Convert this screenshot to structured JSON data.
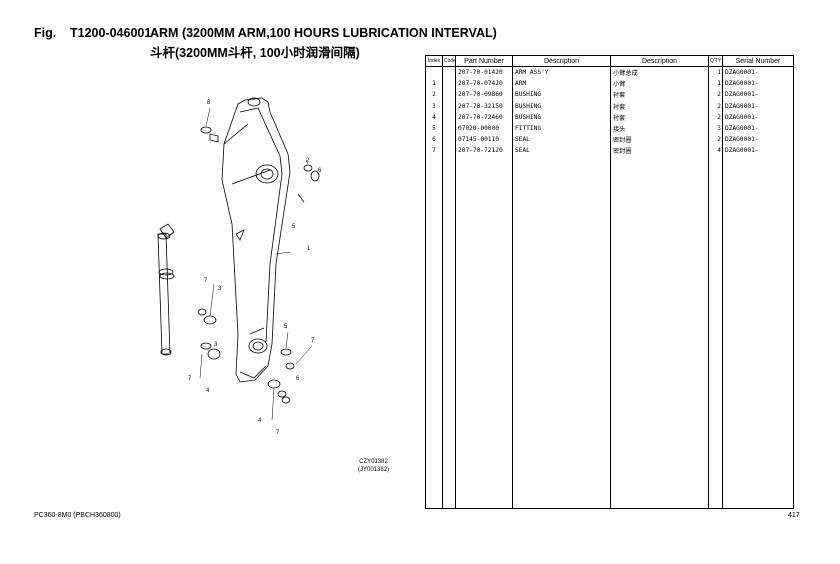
{
  "header": {
    "fig_label": "Fig.",
    "fig_code": "T1200-046001",
    "title": "ARM (3200MM ARM,100 HOURS LUBRICATION INTERVAL)",
    "subtitle": "斗杆(3200MM斗杆, 100小时润滑间隔)"
  },
  "diagram": {
    "code_1": "CZY01382",
    "code_2": "(JY001382)",
    "callouts": [
      "8",
      "2",
      "6",
      "5",
      "1",
      "7",
      "3",
      "5",
      "7",
      "7",
      "4",
      "3",
      "6",
      "4",
      "7"
    ]
  },
  "table": {
    "headers": {
      "index": "Index",
      "code": "Code",
      "part_number": "Part Number",
      "description_en": "Description",
      "description_cn": "Description",
      "qty": "Q'TY",
      "serial": "Serial Number"
    },
    "rows": [
      {
        "index": "",
        "code": "",
        "part_number": "207-70-01420",
        "desc_en": "ARM ASS'Y",
        "desc_cn": "小臂总成",
        "qty": "1",
        "serial": "DZAG0001-"
      },
      {
        "index": "1",
        "code": "",
        "part_number": "207-70-07420",
        "desc_en": "ARM",
        "desc_cn": "小臂",
        "qty": "1",
        "serial": "DZAG0001-"
      },
      {
        "index": "2",
        "code": "",
        "part_number": "207-70-09860",
        "desc_en": "BUSHING",
        "desc_cn": "衬套",
        "qty": "2",
        "serial": "DZAG0001-"
      },
      {
        "index": "3",
        "code": "",
        "part_number": "207-70-32150",
        "desc_en": "BUSHING",
        "desc_cn": "衬套",
        "qty": "2",
        "serial": "DZAG0001-"
      },
      {
        "index": "4",
        "code": "",
        "part_number": "207-70-72460",
        "desc_en": "BUSHING",
        "desc_cn": "衬套",
        "qty": "2",
        "serial": "DZAG0001-"
      },
      {
        "index": "5",
        "code": "",
        "part_number": "07020-00000",
        "desc_en": "FITTING",
        "desc_cn": "接头",
        "qty": "3",
        "serial": "DZAG0001-"
      },
      {
        "index": "6",
        "code": "",
        "part_number": "07145-00110",
        "desc_en": "SEAL",
        "desc_cn": "密封圈",
        "qty": "2",
        "serial": "DZAG0001-"
      },
      {
        "index": "7",
        "code": "",
        "part_number": "207-70-72120",
        "desc_en": "SEAL",
        "desc_cn": "密封圈",
        "qty": "4",
        "serial": "DZAG0001-"
      }
    ]
  },
  "footer": {
    "model": "PC360-8M0  (PBCH360800)",
    "page": "417"
  }
}
